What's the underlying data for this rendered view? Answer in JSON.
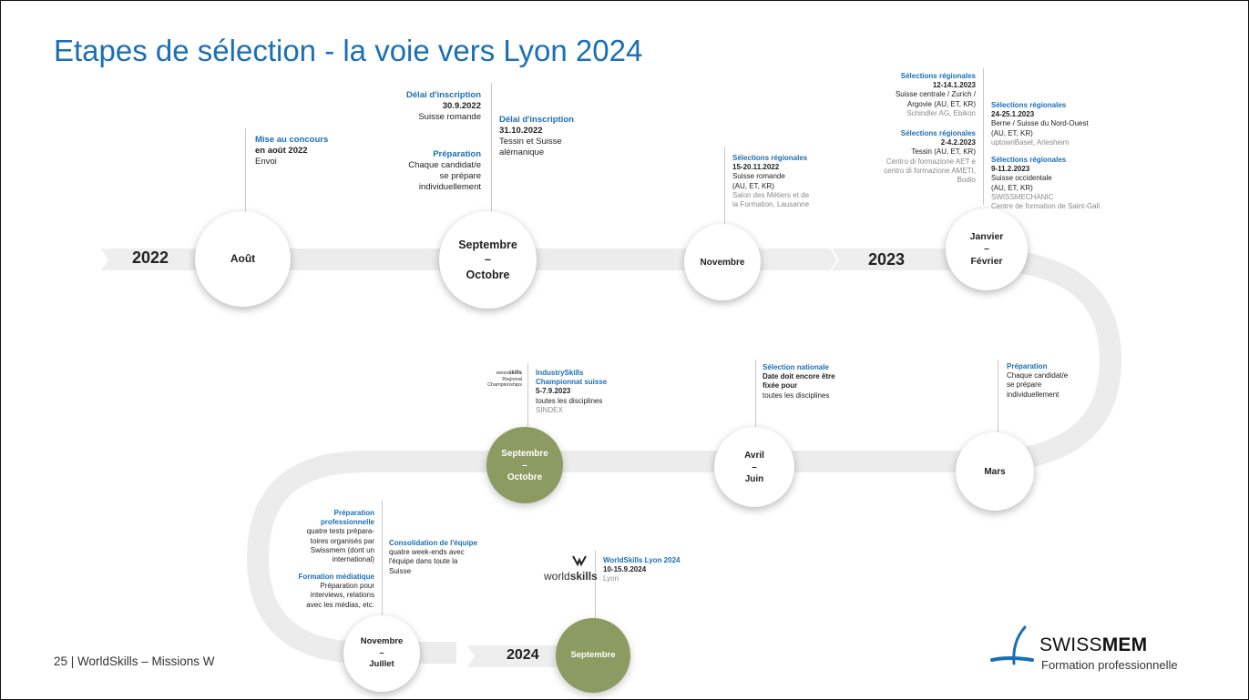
{
  "title": "Etapes de sélection - la voie vers Lyon 2024",
  "footer": "25 | WorldSkills – Missions W",
  "years": {
    "y2022": "2022",
    "y2023": "2023",
    "y2024": "2024"
  },
  "nodes": {
    "aout": [
      "Août"
    ],
    "septoct": [
      "Septembre",
      "–",
      "Octobre"
    ],
    "novembre": [
      "Novembre"
    ],
    "janfev": [
      "Janvier",
      "–",
      "Février"
    ],
    "mars": [
      "Mars"
    ],
    "avrjuin": [
      "Avril",
      "–",
      "Juin"
    ],
    "septoct23": [
      "Septembre",
      "–",
      "Octobre"
    ],
    "novjuil": [
      "Novembre",
      "–",
      "Juillet"
    ],
    "sept24": [
      "Septembre"
    ]
  },
  "ann": {
    "concours": {
      "h": "Mise au concours",
      "b": "en août 2022",
      "t": "Envoi"
    },
    "delai1": {
      "h": "Délai d'inscription",
      "b": "30.9.2022",
      "t": "Suisse romande"
    },
    "prep1": {
      "h": "Préparation",
      "t": [
        "Chaque candidat/e",
        "se prépare",
        "individuellement"
      ]
    },
    "delai2": {
      "h": "Délai d'inscription",
      "b": "31.10.2022",
      "t": [
        "Tessin et Suisse",
        "alémanique"
      ]
    },
    "selnov": {
      "h": "Sélections régionales",
      "b": "15-20.11.2022",
      "t": [
        "Suisse romande",
        "(AU, ET, KR)"
      ],
      "g": [
        "Salon des Métiers et de",
        "la Formation, Lausanne"
      ]
    },
    "sel1": {
      "h": "Sélections régionales",
      "b": "12-14.1.2023",
      "t": [
        "Suisse centrale / Zurich /",
        "Argovie (AU, ET, KR)"
      ],
      "g": [
        "Schindler AG, Ebikon"
      ]
    },
    "sel2": {
      "h": "Sélections régionales",
      "b": "2-4.2.2023",
      "t": [
        "Tessin (AU, ET, KR)"
      ],
      "g": [
        "Centro di formazione AET e",
        "centro di formazione AMETI,",
        "Bodio"
      ]
    },
    "sel3": {
      "h": "Sélections régionales",
      "b": "24-25.1.2023",
      "t": [
        "Berne / Suisse du Nord-Ouest",
        "(AU, ET, KR)"
      ],
      "g": [
        "uptownBasel, Arlesheim"
      ]
    },
    "sel4": {
      "h": "Sélections régionales",
      "b": "9-11.2.2023",
      "t": [
        "Suisse occidentale",
        "(AU, ET, KR)"
      ],
      "g": [
        "SWISSMECHANIC",
        "Centre de formation de Saint-Gall"
      ]
    },
    "prepmars": {
      "h": "Préparation",
      "t": [
        "Chaque candidat/e",
        "se prépare",
        "individuellement"
      ]
    },
    "nationale": {
      "h": "Sélection nationale",
      "b": [
        "Date doit encore être",
        "fixée pour"
      ],
      "t": [
        "toutes les disciplines"
      ]
    },
    "industry": {
      "h": [
        "IndustrySkills",
        "Championnat suisse"
      ],
      "b": "5-7.9.2023",
      "t": [
        "toutes les disciplines"
      ],
      "g": [
        "SINDEX"
      ]
    },
    "prepprof": {
      "h": [
        "Préparation",
        "professionnelle"
      ],
      "t": [
        "quatre tests prépara-",
        "toires organisés par",
        "Swissmem (dont un",
        "international)"
      ]
    },
    "media": {
      "h": "Formation médiatique",
      "t": [
        "Préparation pour",
        "interviews, relations",
        "avec les médias, etc."
      ]
    },
    "conso": {
      "h": "Consolidation de l'équipe",
      "t": [
        "quatre week-ends avec",
        "l'équipe dans toute la",
        "Suisse"
      ]
    },
    "lyon": {
      "h": "WorldSkills Lyon 2024",
      "b": "10-15.9.2024",
      "g": [
        "Lyon"
      ]
    }
  },
  "badges": {
    "swissskills": {
      "l1a": "swiss",
      "l1b": "skills",
      "l2": "Regional",
      "l3": "Championships"
    },
    "worldskills": {
      "a": "world",
      "b": "skills"
    }
  },
  "logo": {
    "a": "SWISS",
    "b": "MEM",
    "sub": "Formation professionnelle"
  },
  "colors": {
    "accent": "#1a6fb5",
    "green": "#8c9b62",
    "road": "#ececec"
  }
}
